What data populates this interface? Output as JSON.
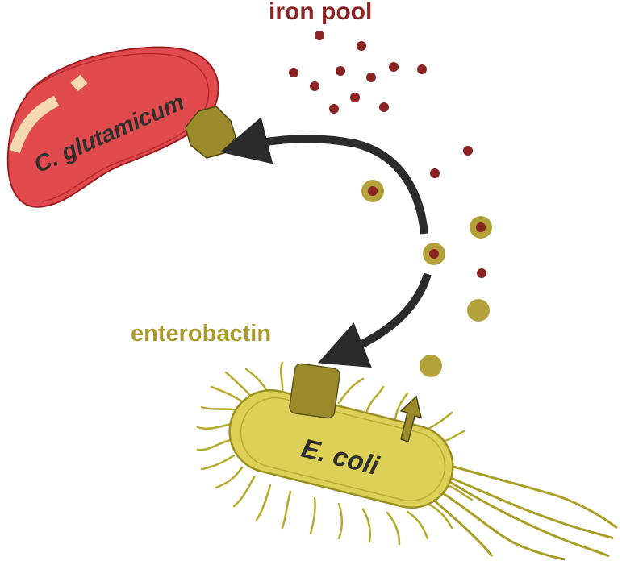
{
  "labels": {
    "iron_pool": "iron pool",
    "enterobactin": "enterobactin",
    "c_glutamicum": "C. glutamicum",
    "e_coli": "E. coli"
  },
  "colors": {
    "iron": "#8b2323",
    "siderophore": "#b3a23a",
    "receptor": "#9b8a2c",
    "c_glutamicum_body": "#e24b4e",
    "e_coli_body": "#ddd057",
    "arrow": "#2b2b2b"
  }
}
